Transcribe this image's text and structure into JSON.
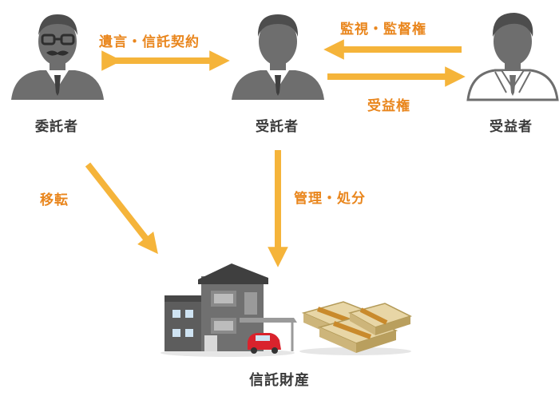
{
  "nodes": {
    "settlor": "委託者",
    "trustee": "受託者",
    "beneficiary": "受益者",
    "trust_property": "信託財産"
  },
  "edges": {
    "settlor_trustee": "遺言・信託契約",
    "beneficiary_to_trustee": "監視・監督権",
    "trustee_to_beneficiary": "受益権",
    "settlor_to_property": "移転",
    "trustee_to_property": "管理・処分"
  },
  "colors": {
    "arrow": "#f5b43a",
    "label": "#e9861d",
    "person": "#6e6e6e"
  },
  "icons": [
    "settlor-person-icon",
    "trustee-person-icon",
    "beneficiary-person-icon",
    "house-icon",
    "money-bundles-icon"
  ]
}
